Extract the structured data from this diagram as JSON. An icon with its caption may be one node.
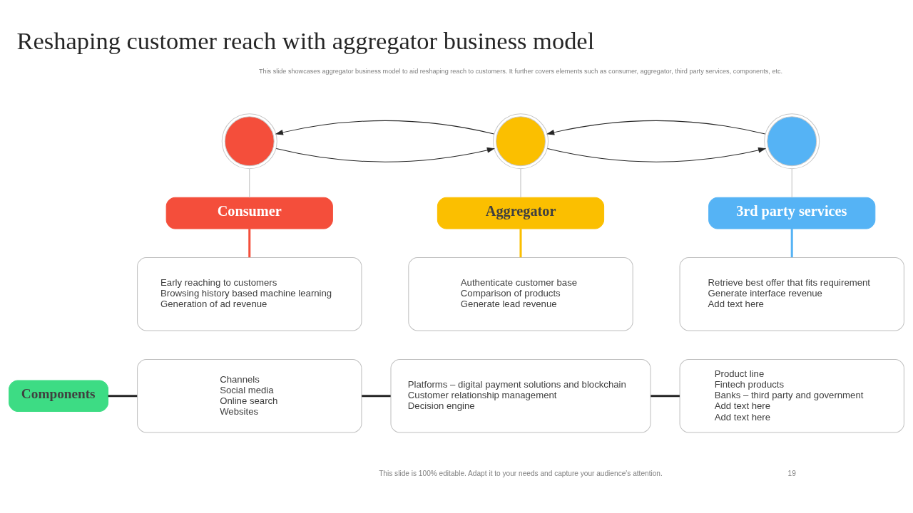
{
  "diagram": {
    "title": "Reshaping customer reach with aggregator business model",
    "nodes": [
      {
        "text": [],
        "shape": "circle"
      },
      {
        "text": [],
        "shape": "circle"
      },
      {
        "text": [],
        "shape": "circle"
      },
      {
        "text": [
          "Consumer"
        ]
      },
      {
        "text": [
          "Aggregator"
        ]
      },
      {
        "text": [
          "3rd party services"
        ]
      },
      {
        "text": [
          "Early reaching to customers",
          "Browsing history based machine learning",
          "Generation of ad revenue"
        ]
      },
      {
        "text": [
          "Authenticate customer base",
          "Comparison of products",
          "Generate lead revenue"
        ]
      },
      {
        "text": [
          "Retrieve best offer that fits requirement",
          "Generate interface revenue",
          "Add text here"
        ]
      },
      {
        "text": [
          "Components"
        ]
      },
      {
        "text": [
          "Channels",
          "Social media",
          "Online search",
          "Websites"
        ]
      },
      {
        "text": [
          "Platforms – digital payment solutions and blockchain",
          "Customer relationship management",
          "Decision engine"
        ]
      },
      {
        "text": [
          "Product line",
          "Fintech products",
          "Banks – third party and government",
          "Add text here",
          "Add text here"
        ]
      }
    ],
    "edges": [
      {
        "from": 0,
        "to": 1,
        "arrow": "to"
      },
      {
        "from": 1,
        "to": 0,
        "arrow": "to"
      },
      {
        "from": 1,
        "to": 2,
        "arrow": "to"
      },
      {
        "from": 2,
        "to": 1,
        "arrow": "to"
      },
      {
        "from": 0,
        "to": 3,
        "arrow": "none",
        "color": "#bfbfbf"
      },
      {
        "from": 1,
        "to": 4,
        "arrow": "none",
        "color": "#bfbfbf"
      },
      {
        "from": 2,
        "to": 5,
        "arrow": "none",
        "color": "#bfbfbf"
      },
      {
        "from": 3,
        "to": 6,
        "arrow": "none",
        "style": "thick",
        "color": "#f44e3b"
      },
      {
        "from": 4,
        "to": 7,
        "arrow": "none",
        "style": "thick",
        "color": "#fbbf00"
      },
      {
        "from": 5,
        "to": 8,
        "arrow": "none",
        "style": "thick",
        "color": "#55b3f5"
      },
      {
        "from": 9,
        "to": 10,
        "arrow": "none",
        "style": "thick"
      },
      {
        "from": 10,
        "to": 11,
        "arrow": "none",
        "style": "thick"
      },
      {
        "from": 11,
        "to": 12,
        "arrow": "none",
        "style": "thick"
      }
    ],
    "labels": [
      "This slide showcases aggregator business model to aid reshaping reach to customers. It further covers elements such as consumer, aggregator, third party services, components, etc.",
      "This slide is 100% editable. Adapt it to your needs and capture your audience's attention.",
      "19"
    ]
  }
}
